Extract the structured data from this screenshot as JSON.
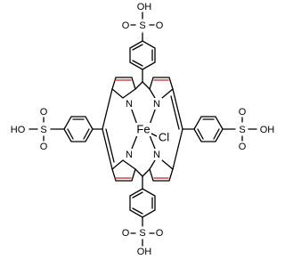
{
  "molecule": {
    "metal": "Fe",
    "axial_ligand": "Cl",
    "nitrogen_label": "N",
    "substituent": {
      "s": "S",
      "o": "O",
      "oh": "OH",
      "ho": "HO"
    },
    "colors": {
      "bond": "#000000",
      "pyrrole_double_bond": "#d01c1c",
      "background": "#ffffff"
    }
  }
}
